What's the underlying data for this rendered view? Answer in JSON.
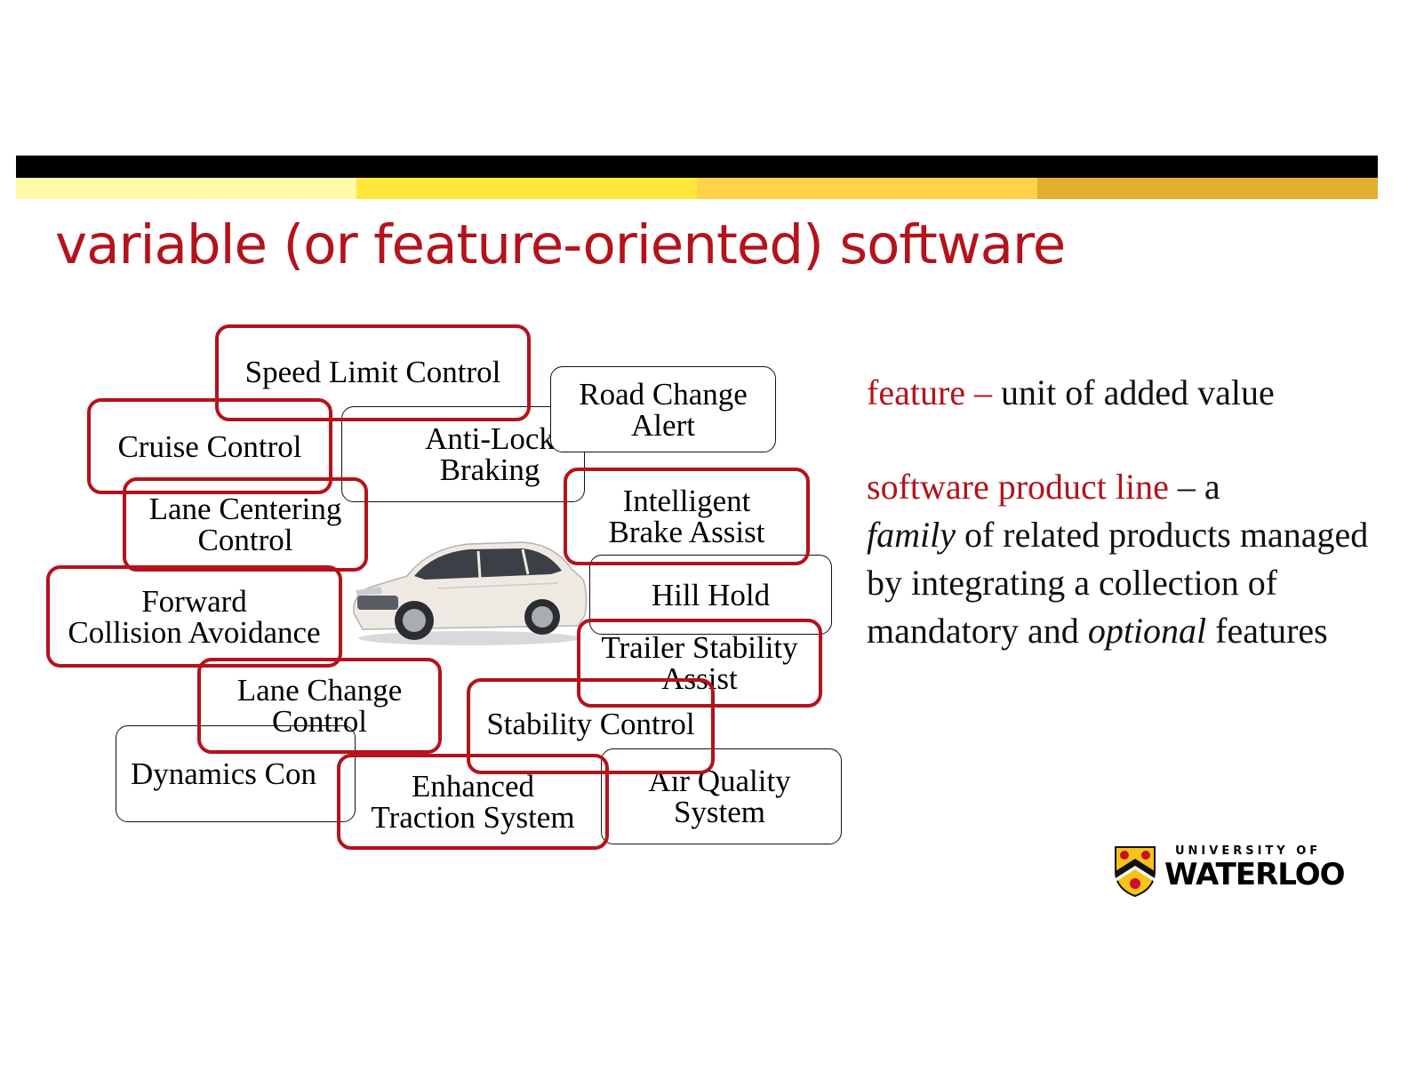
{
  "slide": {
    "title": "variable (or feature-oriented) software",
    "colors": {
      "accent": "#b5121b",
      "bar": "#000000",
      "stripes": [
        "#fff9a8",
        "#ffe63a",
        "#ffd24a",
        "#e3b02e"
      ]
    }
  },
  "features": {
    "speed_limit": [
      "Speed Limit Control"
    ],
    "road_change": [
      "Road Change",
      "Alert"
    ],
    "cruise": [
      "Cruise Control"
    ],
    "antilock": [
      "Anti-Lock",
      "Braking"
    ],
    "lane_centering": [
      "Lane Centering",
      "Control"
    ],
    "intelligent_brake": [
      "Intelligent",
      "Brake Assist"
    ],
    "hill_hold": [
      "Hill Hold"
    ],
    "forward_collision": [
      "Forward",
      "Collision Avoidance"
    ],
    "trailer": [
      "Trailer Stability",
      "Assist"
    ],
    "lane_change": [
      "Lane Change",
      "Control"
    ],
    "stability": [
      "Stability Control"
    ],
    "dynamics": [
      "Dynamics Con"
    ],
    "enhanced_traction": [
      "Enhanced",
      "Traction System"
    ],
    "air_quality": [
      "Air Quality",
      "System"
    ]
  },
  "definitions": {
    "feature_term": "feature –",
    "feature_def": " unit of added value",
    "spl_term": "software product line",
    "spl_dash": " – a",
    "family": "family",
    "spl_rest1": " of related products managed by integrating a collection of mandatory and ",
    "optional": "optional",
    "spl_rest2": " features"
  },
  "logo": {
    "line1": "UNIVERSITY OF",
    "line2": "WATERLOO"
  }
}
